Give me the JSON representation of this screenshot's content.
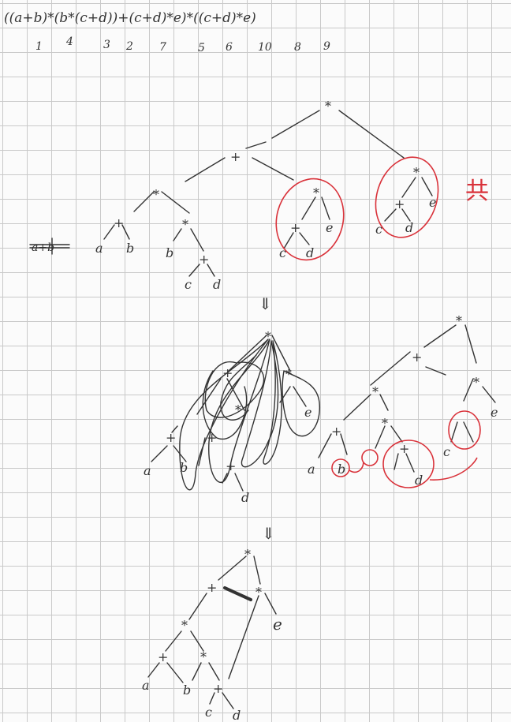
{
  "expression": "((a+b)*(b*(c+d))+(c+d)*e)*((c+d)*e)",
  "order_numbers": [
    "1",
    "4",
    "3",
    "2",
    "7",
    "5",
    "6",
    "10",
    "8",
    "9"
  ],
  "side_note": "a+b",
  "red_note": "共",
  "arrow_1": "⇓",
  "arrow_2": "⇓",
  "tree1": {
    "root": "*",
    "plus": "+",
    "mul_left": "*",
    "plus_ab": "+",
    "a": "a",
    "b": "b",
    "mul_b": "*",
    "b2": "b",
    "plus_cd": "+",
    "c": "c",
    "d": "d",
    "c1_mul": "*",
    "c1_plus": "+",
    "c1_c": "c",
    "c1_d": "d",
    "c1_e": "e",
    "c2_mul": "*",
    "c2_plus": "+",
    "c2_c": "c",
    "c2_d": "d",
    "c2_e": "e"
  },
  "tree2": {
    "root": "*",
    "plus": "+",
    "mul_left": "*",
    "plus_ab": "+",
    "a": "a",
    "b": "b",
    "plus_mid": "+",
    "plus_cd": "+",
    "d": "d",
    "mul_e": "*",
    "e": "e"
  },
  "tree3": {
    "root": "*",
    "plus": "+",
    "mul_left": "*",
    "mul_e": "*",
    "e": "e",
    "plus_ab": "+",
    "a": "a",
    "b": "b",
    "mul_b": "*",
    "plus_cd": "+",
    "c": "c",
    "d": "d"
  },
  "tree4": {
    "root": "*",
    "plus": "+",
    "mul_e": "*",
    "e": "e",
    "mul_left": "*",
    "plus_ab": "+",
    "a": "a",
    "b": "b",
    "mul_b": "*",
    "plus_cd": "+",
    "c": "c",
    "d": "d"
  }
}
